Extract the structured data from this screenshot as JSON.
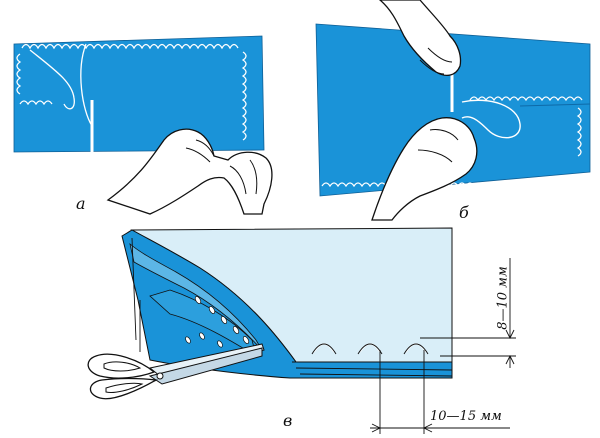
{
  "panels": {
    "a": {
      "label": "а"
    },
    "b": {
      "label": "б"
    },
    "v": {
      "label": "в"
    }
  },
  "dimensions": {
    "vertical": "8—10 мм",
    "horizontal": "10—15 мм"
  },
  "colors": {
    "fabric_blue": "#1a93d8",
    "fabric_light": "#d9eef8",
    "fabric_mid": "#5cb6e6",
    "thread": "#ffffff",
    "outline": "#111111",
    "skin": "#ffffff"
  }
}
